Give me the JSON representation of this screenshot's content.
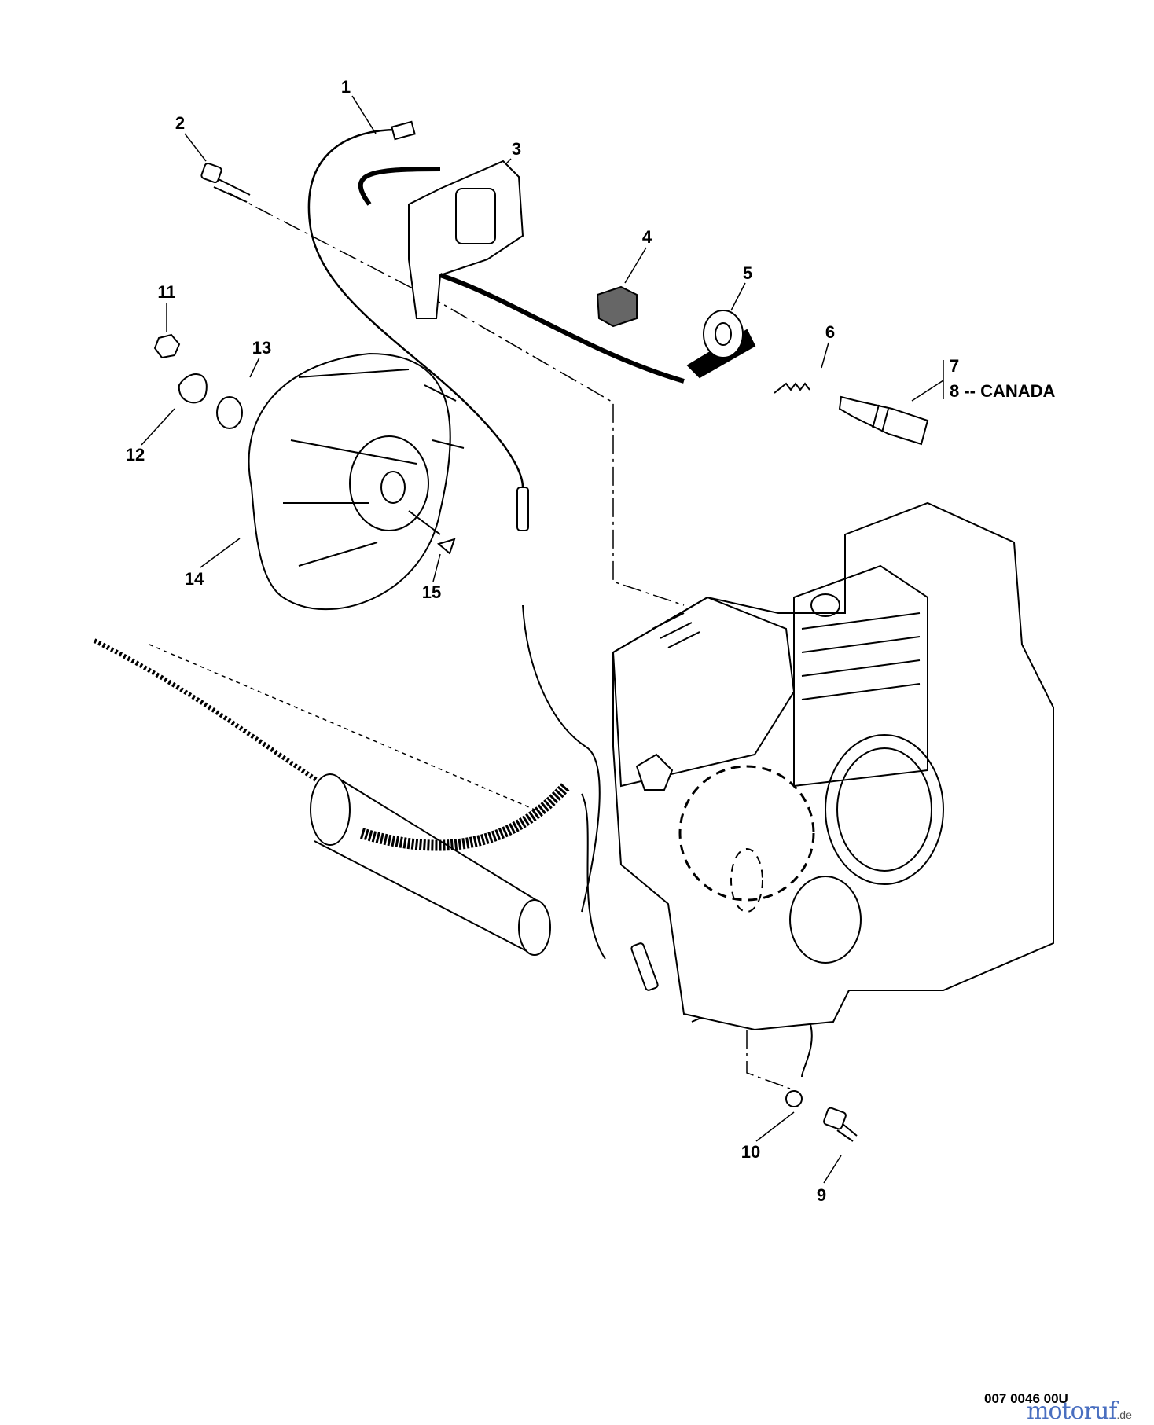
{
  "callouts": [
    {
      "id": "1",
      "label": "1"
    },
    {
      "id": "2",
      "label": "2"
    },
    {
      "id": "3",
      "label": "3"
    },
    {
      "id": "4",
      "label": "4"
    },
    {
      "id": "5",
      "label": "5"
    },
    {
      "id": "6",
      "label": "6"
    },
    {
      "id": "7",
      "label": "7"
    },
    {
      "id": "8",
      "label": "8 -- CANADA"
    },
    {
      "id": "9",
      "label": "9"
    },
    {
      "id": "10",
      "label": "10"
    },
    {
      "id": "11",
      "label": "11"
    },
    {
      "id": "12",
      "label": "12"
    },
    {
      "id": "13",
      "label": "13"
    },
    {
      "id": "14",
      "label": "14"
    },
    {
      "id": "15",
      "label": "15"
    }
  ],
  "drawing_code": "007 0046 00U",
  "watermark": {
    "name": "motoruf",
    "suffix": ".de",
    "colors": [
      "#3a5fb0",
      "#e8403a",
      "#3aa845",
      "#e85aa8",
      "#2d6fd0",
      "#f0c020"
    ]
  }
}
